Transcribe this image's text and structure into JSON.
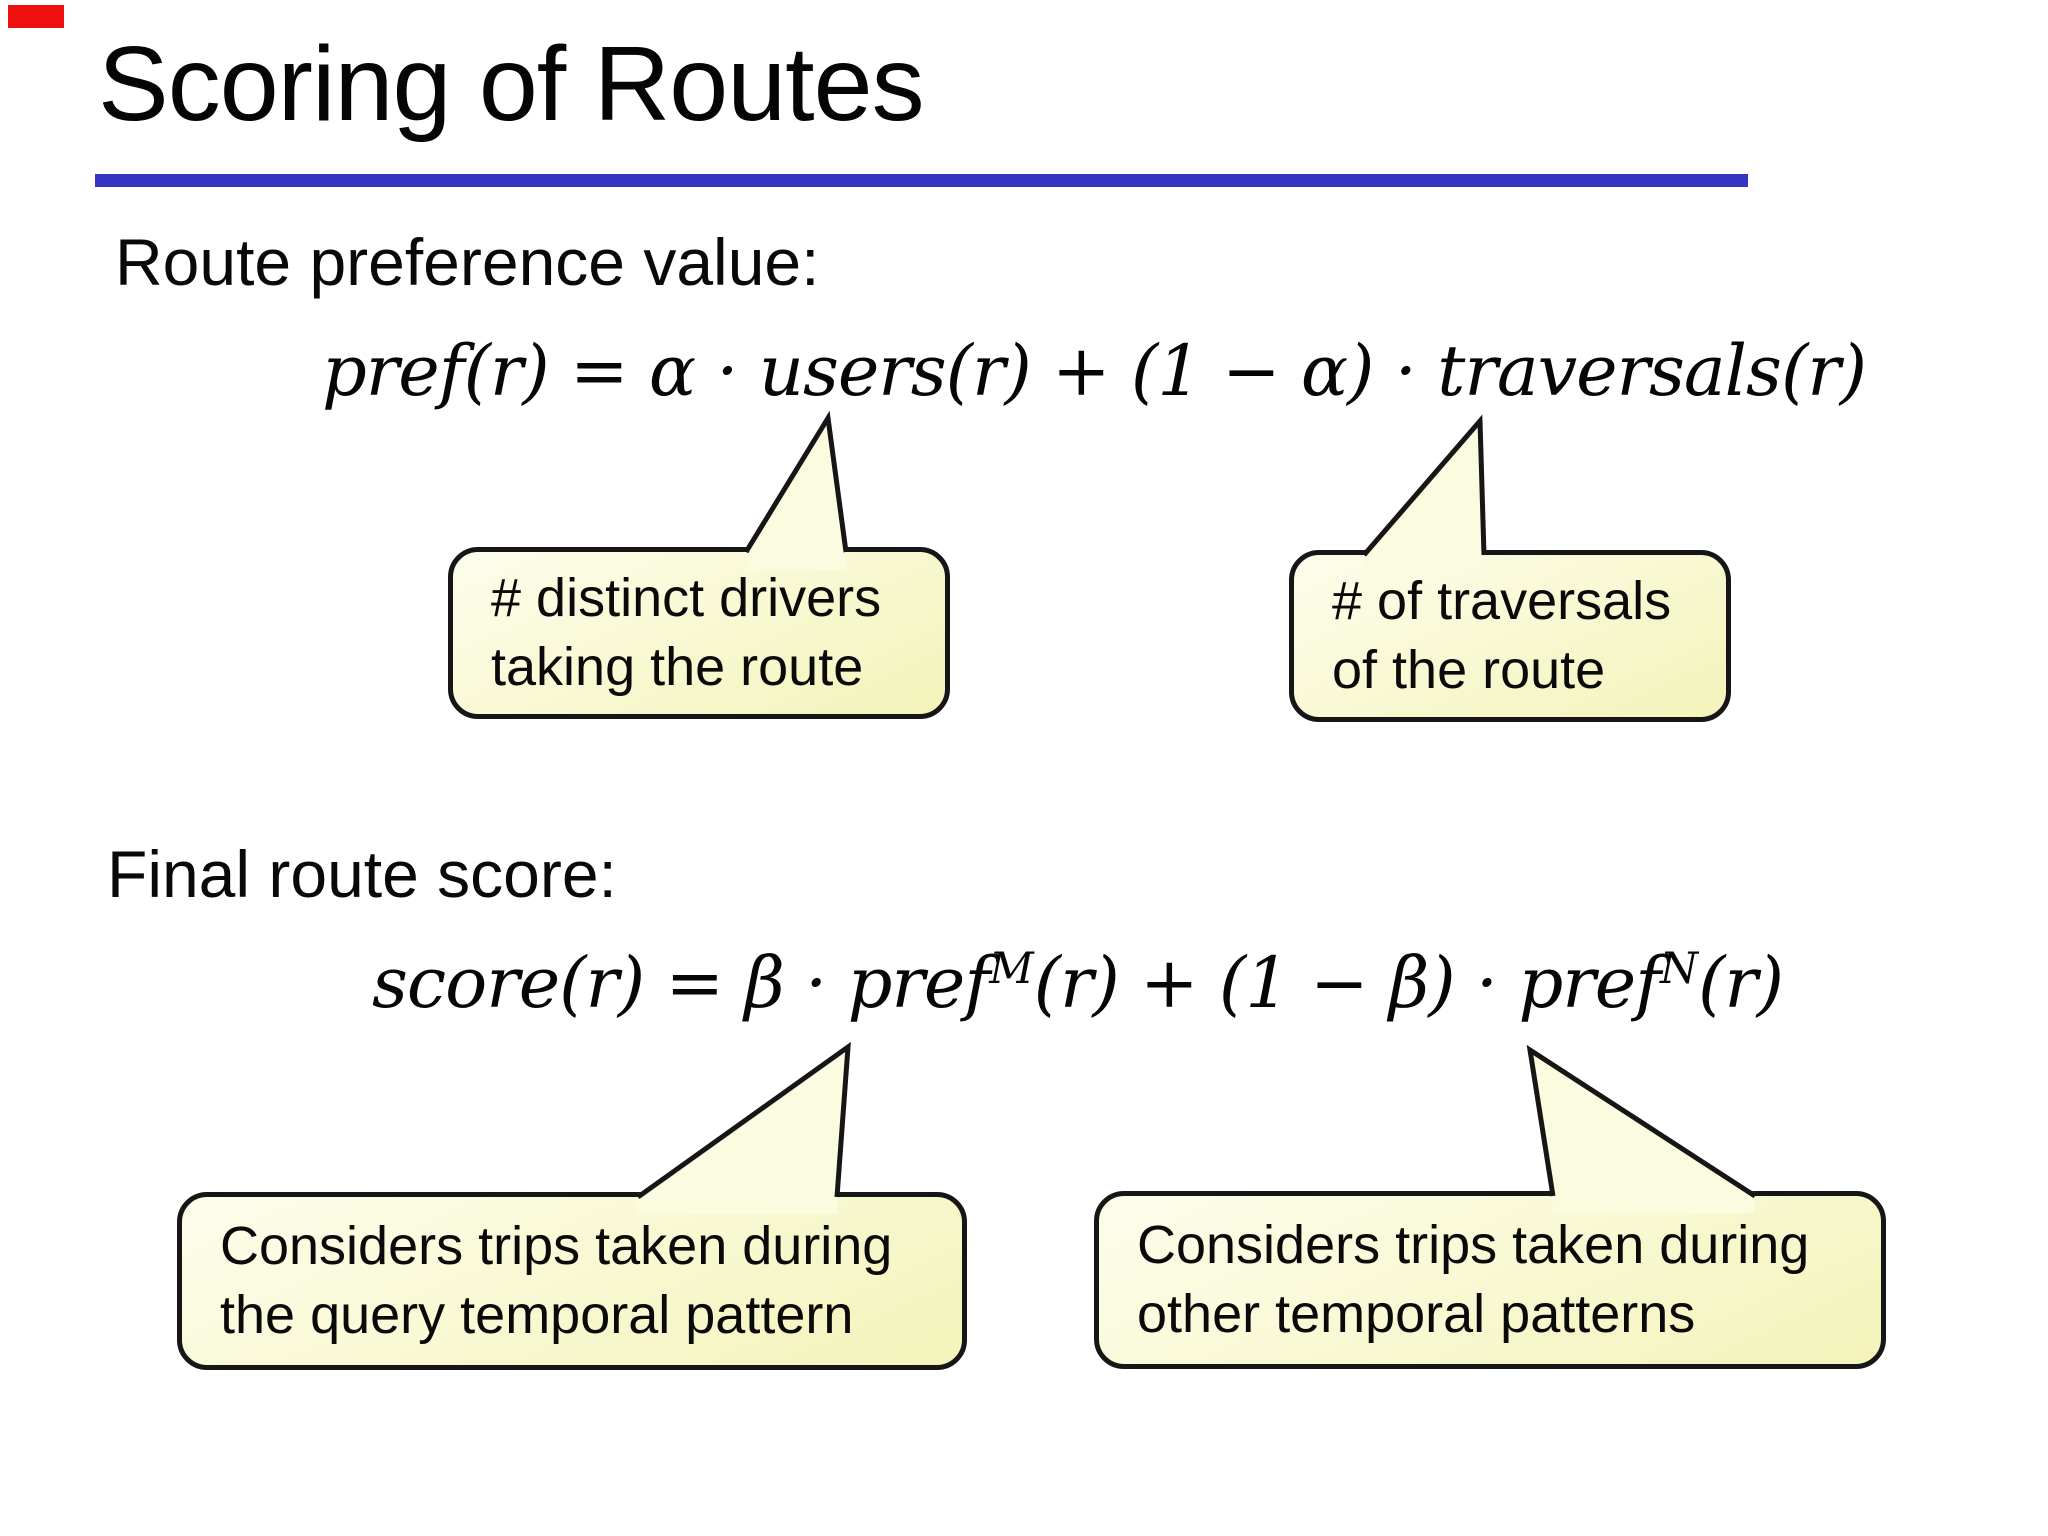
{
  "slide": {
    "title": "Scoring of Routes",
    "accent_color": "#3634c4",
    "marker_color": "#ee0f0f",
    "background": "#ffffff",
    "section1": {
      "label": "Route preference value:",
      "formula": "pref(r) = α · users(r) + (1 − α) · traversals(r)"
    },
    "section2": {
      "label": "Final route score:",
      "formula_parts": {
        "a": "score(r) = β · pref",
        "sup1": "M",
        "b": "(r) + (1 − β) · pref",
        "sup2": "N",
        "c": "(r)"
      }
    },
    "callouts": {
      "users": {
        "line1": "# distinct drivers",
        "line2": "taking the route"
      },
      "traversals": {
        "line1": "# of traversals",
        "line2": "of the route"
      },
      "query_pattern": {
        "line1": "Considers trips taken during",
        "line2": "the query temporal pattern"
      },
      "other_patterns": {
        "line1": "Considers trips taken during",
        "line2": "other temporal patterns"
      }
    },
    "callout_style": {
      "fill": "#f9f9d6",
      "border": "#161616"
    }
  }
}
